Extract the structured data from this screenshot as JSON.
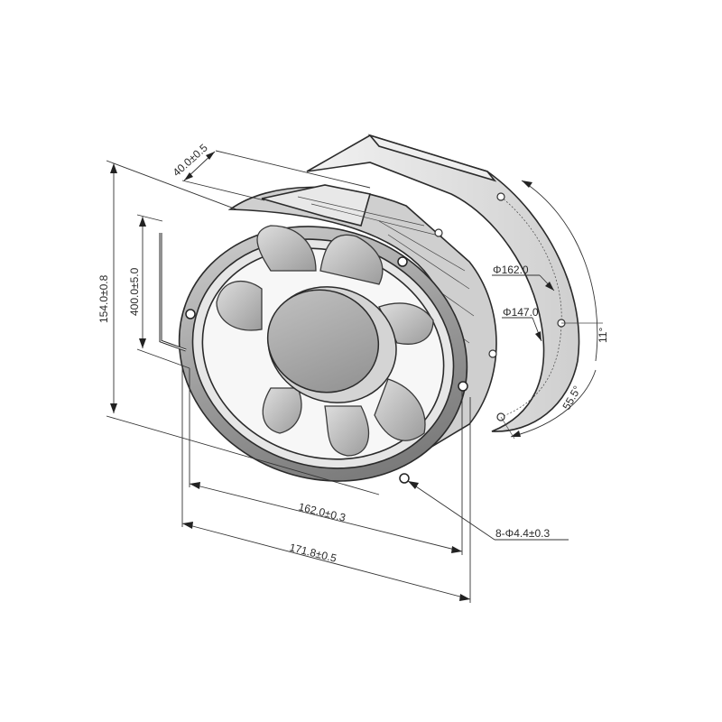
{
  "drawing": {
    "dimensions": {
      "depth": "40.0±0.5",
      "height": "154.0±0.8",
      "lead_length": "400.0±5.0",
      "hole_pitch": "162.0±0.3",
      "overall_width": "171.8±0.5",
      "holes": "8-Φ4.4±0.3",
      "outer_circle": "Φ162.0",
      "inner_circle": "Φ147.0",
      "angle_large": "11°",
      "angle_small": "55.5°"
    }
  },
  "colors": {
    "line": "#2b2b2b",
    "frame": "#9a9a9a",
    "blade": "#b9b9b9",
    "hub": "#a6a6a6"
  }
}
